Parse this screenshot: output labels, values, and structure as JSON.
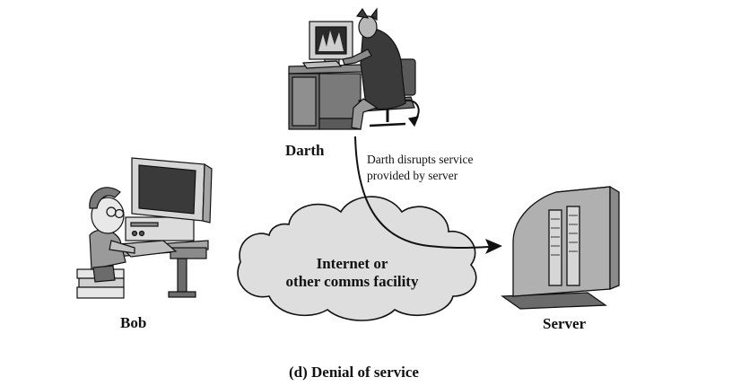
{
  "labels": {
    "attacker": "Darth",
    "victim": "Bob",
    "server": "Server",
    "cloud_line1": "Internet or",
    "cloud_line2": "other comms facility",
    "note_line1": "Darth disrupts service",
    "note_line2": "provided by server",
    "caption": "(d) Denial of service"
  },
  "icons": {
    "attacker": "darth-at-computer-icon",
    "victim": "bob-at-computer-icon",
    "server": "server-tower-icon",
    "network": "cloud-icon"
  },
  "colors": {
    "ink": "#111111",
    "cloud_fill": "#dedede",
    "gray_dark": "#6b6b6b",
    "gray_mid": "#a5a5a5",
    "gray_light": "#d0d0d0"
  }
}
